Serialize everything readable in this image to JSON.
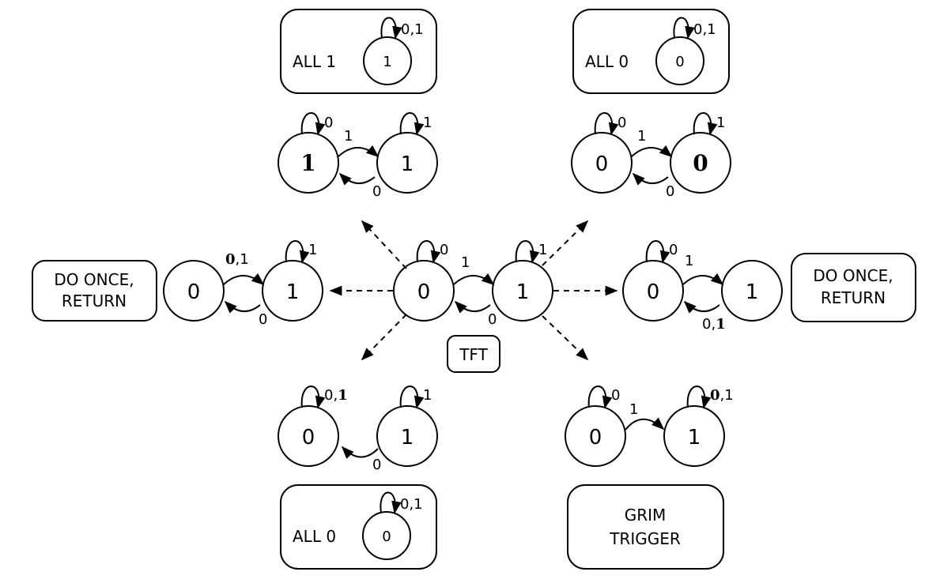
{
  "colors": {
    "ink": "#000000",
    "background": "#ffffff"
  },
  "center": {
    "caption": "TFT",
    "left_state": "0",
    "right_state": "1",
    "left_loop": "0",
    "right_loop": "1",
    "edge_top": "1",
    "edge_bottom": "0"
  },
  "top_left": {
    "left_state": "1",
    "right_state": "1",
    "left_loop": "0",
    "right_loop": "1",
    "edge_top": "1",
    "edge_bottom": "0",
    "box": {
      "label": "ALL 1",
      "state": "1",
      "loop": "0,1"
    }
  },
  "top_right": {
    "left_state": "0",
    "right_state": "0",
    "left_loop": "0",
    "right_loop": "1",
    "edge_top": "1",
    "edge_bottom": "0",
    "box": {
      "label": "ALL 0",
      "state": "0",
      "loop": "0,1"
    }
  },
  "mid_left": {
    "left_state": "0",
    "right_state": "1",
    "right_loop": "1",
    "edge_top_bold": "0",
    "edge_top_rest": ",1",
    "edge_bottom": "0",
    "box_line1": "DO ONCE,",
    "box_line2": "RETURN"
  },
  "mid_right": {
    "left_state": "0",
    "right_state": "1",
    "left_loop": "0",
    "edge_top": "1",
    "edge_bottom_rest": "0,",
    "edge_bottom_bold": "1",
    "box_line1": "DO ONCE,",
    "box_line2": "RETURN"
  },
  "bottom_left": {
    "left_state": "0",
    "right_state": "1",
    "left_loop_rest": "0,",
    "left_loop_bold": "1",
    "right_loop": "1",
    "edge_bottom": "0",
    "box": {
      "label": "ALL 0",
      "state": "0",
      "loop": "0,1"
    }
  },
  "bottom_right": {
    "left_state": "0",
    "right_state": "1",
    "left_loop": "0",
    "right_loop_bold": "0",
    "right_loop_rest": ",1",
    "edge_top": "1",
    "box_line1": "GRIM",
    "box_line2": "TRIGGER"
  }
}
